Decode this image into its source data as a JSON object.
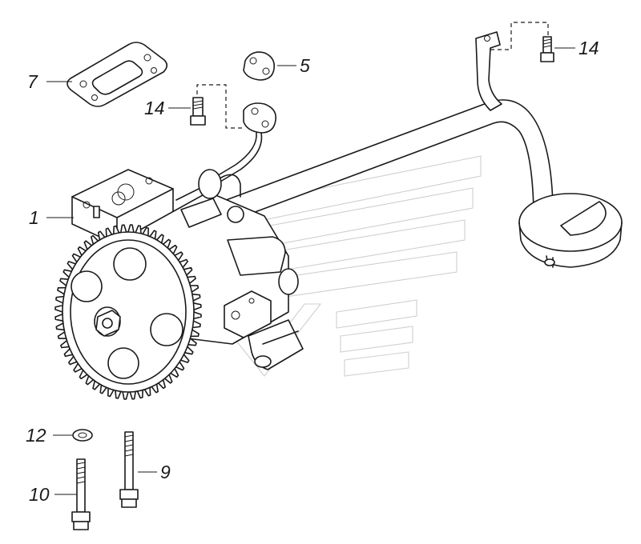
{
  "callouts": [
    {
      "id": "c1",
      "text": "1"
    },
    {
      "id": "c5",
      "text": "5"
    },
    {
      "id": "c7",
      "text": "7"
    },
    {
      "id": "c9",
      "text": "9"
    },
    {
      "id": "c10",
      "text": "10"
    },
    {
      "id": "c12",
      "text": "12"
    },
    {
      "id": "c14a",
      "text": "14"
    },
    {
      "id": "c14b",
      "text": "14"
    }
  ],
  "colors": {
    "ink": "#1a1a1a",
    "watermark": "#cfcfcf",
    "background": "#ffffff"
  }
}
